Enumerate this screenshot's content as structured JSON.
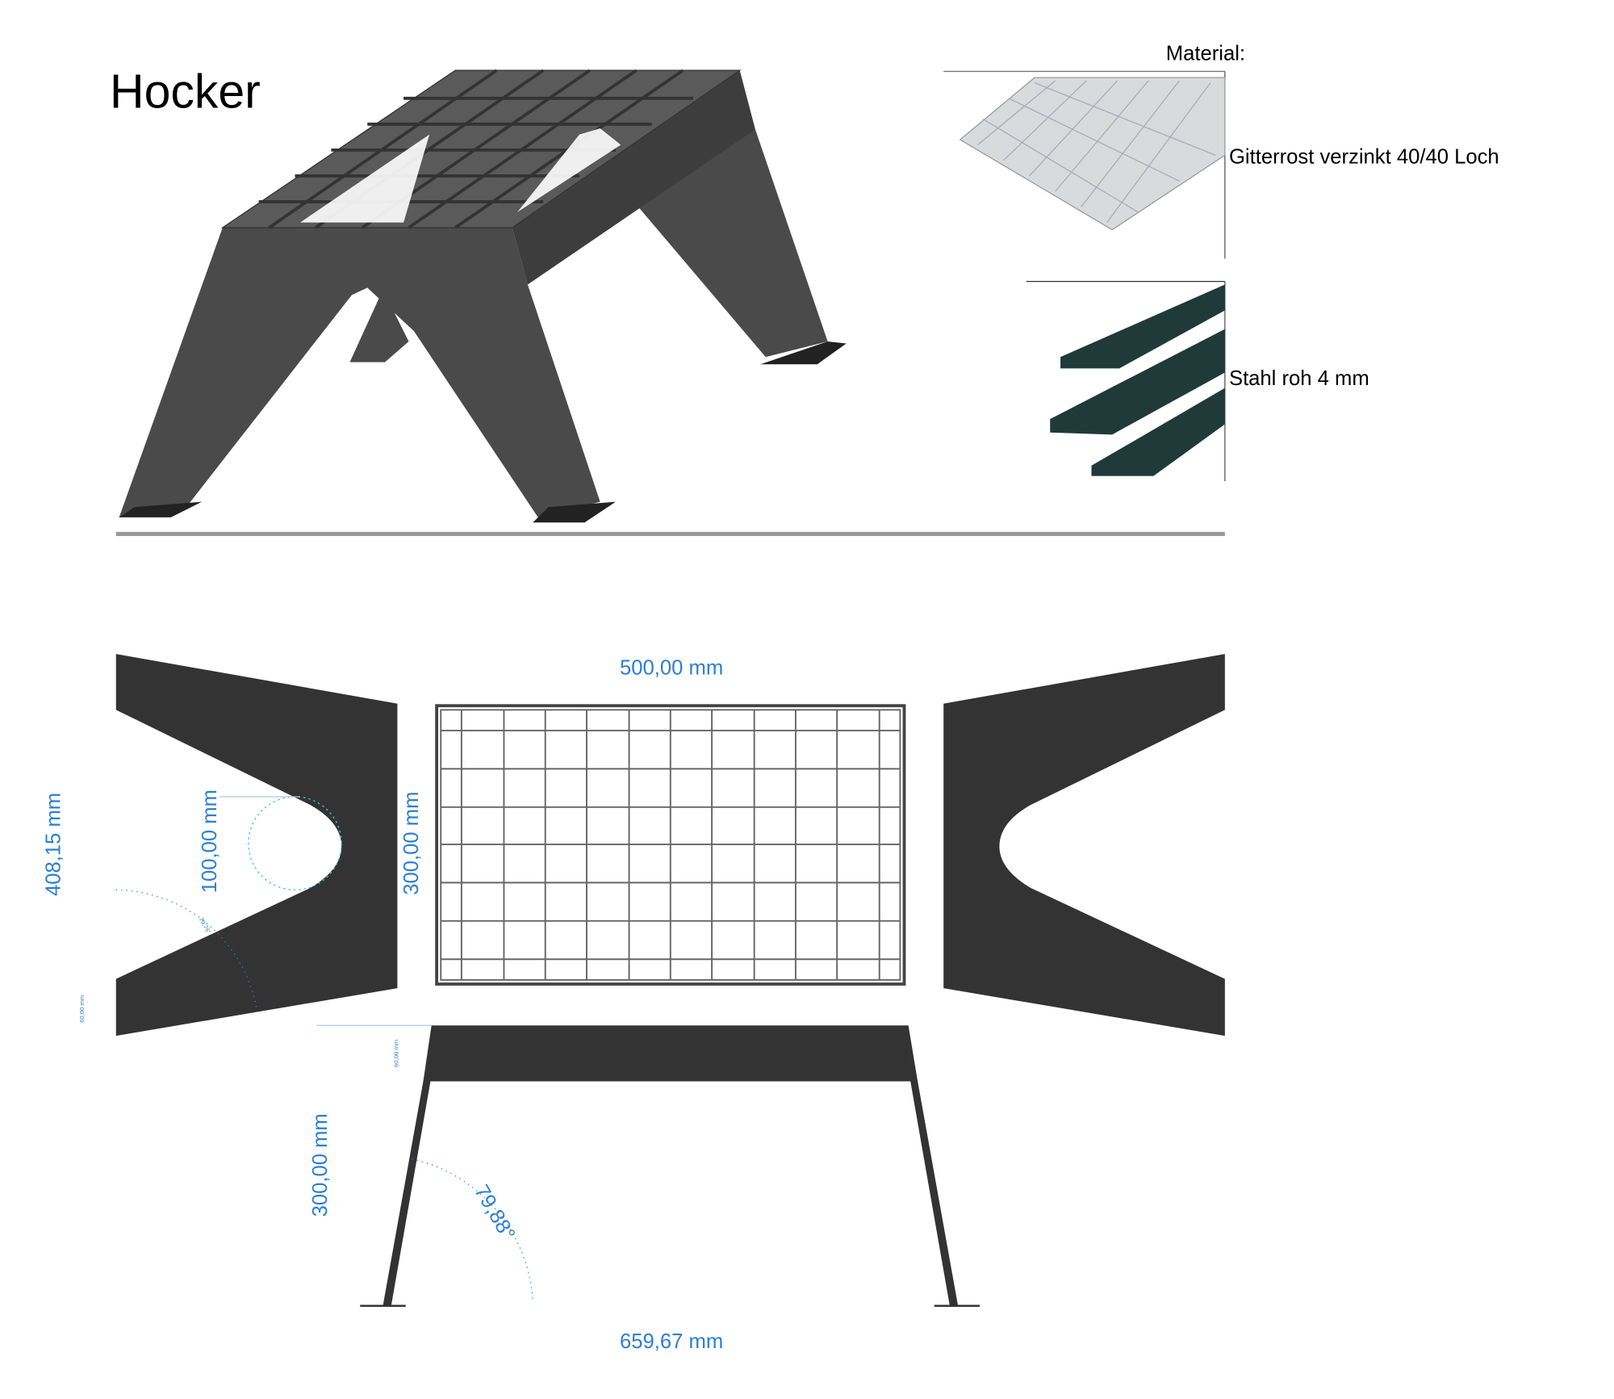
{
  "title": "Hocker",
  "material": {
    "heading": "Material:",
    "items": [
      {
        "label": "Gitterrost verzinkt 40/40 Loch"
      },
      {
        "label": "Stahl roh  4 mm"
      }
    ]
  },
  "dimensions": {
    "top_width": "500,00 mm",
    "bottom_width": "659,67 mm",
    "side_height": "408,15 mm",
    "hole_diameter": "100,00 mm",
    "grate_height": "300,00 mm",
    "leg_height": "300,00 mm",
    "leg_angle": "79,88°",
    "side_angle": "79,76°",
    "side_foot": "60,00 mm",
    "front_band": "60,00 mm"
  },
  "colors": {
    "steel": "#333333",
    "dimension": "#2b7fd4",
    "grate": "#555555"
  }
}
